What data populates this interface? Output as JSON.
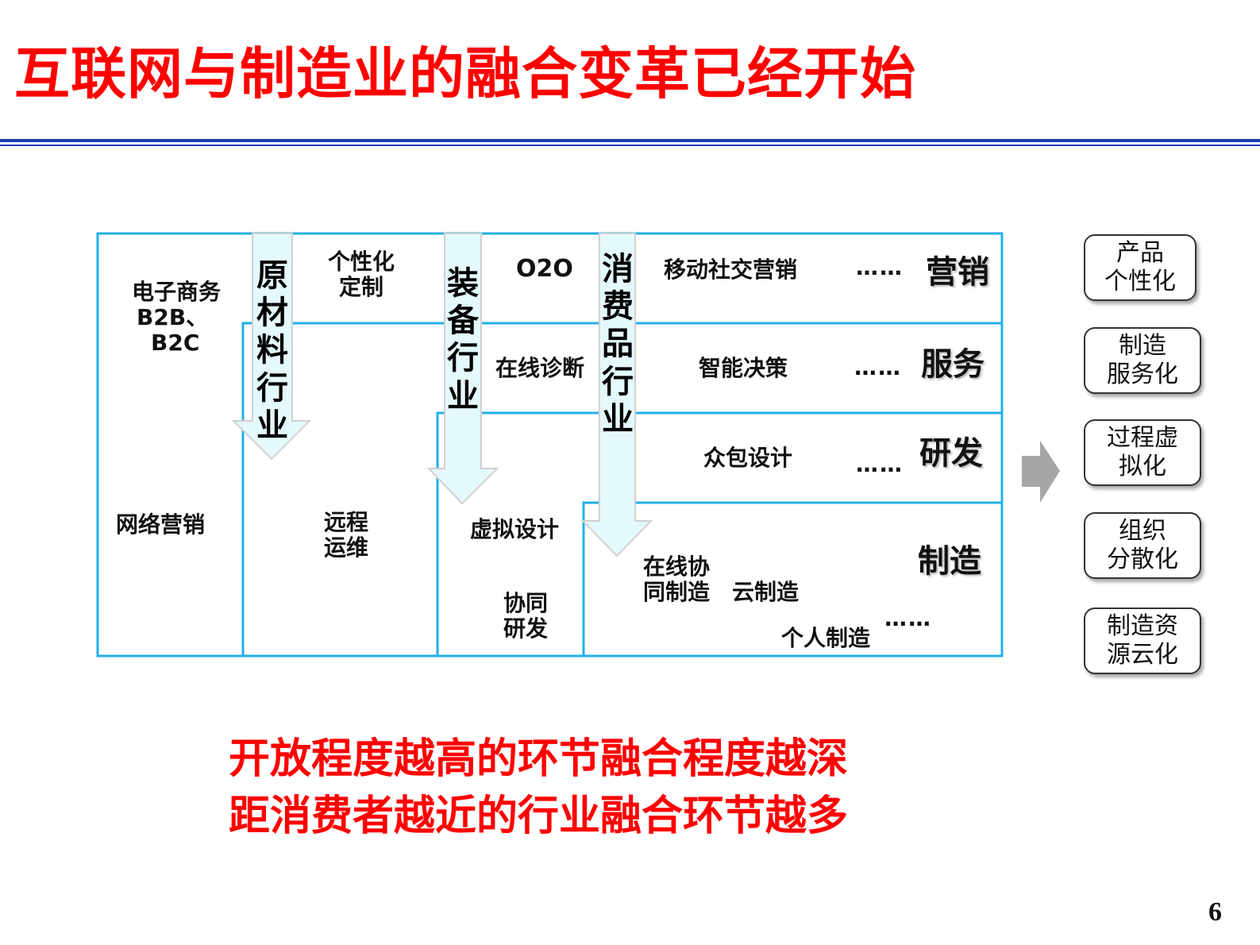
{
  "title": "互联网与制造业的融合变革已经开始",
  "industries": [
    {
      "key": "raw",
      "label": [
        "原",
        "材",
        "料",
        "行",
        "业"
      ]
    },
    {
      "key": "equip",
      "label": [
        "装",
        "备",
        "行",
        "业"
      ]
    },
    {
      "key": "consumer",
      "label": [
        "消",
        "费",
        "品",
        "行",
        "业"
      ]
    }
  ],
  "stages": {
    "marketing": "营销",
    "service": "服务",
    "rnd": "研发",
    "manufacturing": "制造"
  },
  "cells": {
    "ecommerce": [
      "电子商务",
      "B2B、",
      "B2C"
    ],
    "network_marketing": "网络营销",
    "personalized_custom": [
      "个性化",
      "定制"
    ],
    "o2o": "O2O",
    "mobile_social_marketing": "移动社交营销",
    "remote_ops": [
      "远程",
      "运维"
    ],
    "online_diagnosis": "在线诊断",
    "smart_decision": "智能决策",
    "crowdsourced_design": "众包设计",
    "virtual_design": "虚拟设计",
    "collab_rnd": [
      "协同",
      "研发"
    ],
    "online_collab_manufacturing": [
      "在线协",
      "同制造"
    ],
    "cloud_manufacturing": "云制造",
    "personal_manufacturing": "个人制造",
    "ellipsis": "……"
  },
  "trends": [
    [
      "产品",
      "个性化"
    ],
    [
      "制造",
      "服务化"
    ],
    [
      "过程虚",
      "拟化"
    ],
    [
      "组织",
      "分散化"
    ],
    [
      "制造资",
      "源云化"
    ]
  ],
  "conclusions": [
    "开放程度越高的环节融合程度越深",
    "距消费者越近的行业融合环节越多"
  ],
  "page_number": "6",
  "colors": {
    "title": "#ff0000",
    "rule": "#1f3bb3",
    "box_border": "#22b0e8",
    "arrow_fill": "#e4f9fb",
    "arrow_stroke": "#d0d0d0",
    "trend_arrow": "#a6a6a6"
  }
}
